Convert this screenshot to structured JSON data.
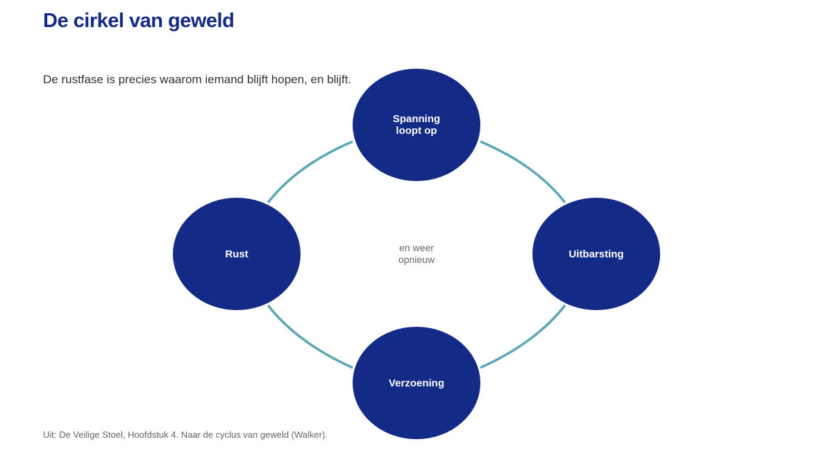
{
  "title": "De cirkel van geweld",
  "subtitle": "De rustfase is precies waarom iemand blijft hopen, en blijft.",
  "footer": "Uit: De Veilige Stoel, Hoofdstuk 4. Naar de cyclus van geweld (Walker).",
  "center": {
    "line1": "en weer",
    "line2": "opnieuw"
  },
  "nodes": {
    "top": {
      "line1": "Spanning",
      "line2": "loopt op"
    },
    "right": {
      "label": "Uitbarsting"
    },
    "bottom": {
      "label": "Verzoening"
    },
    "left": {
      "label": "Rust"
    }
  },
  "colors": {
    "title": "#132a86",
    "node_fill": "#132a86",
    "connector": "#5ba8b5",
    "body_text": "#333333",
    "muted_text": "#666666"
  }
}
